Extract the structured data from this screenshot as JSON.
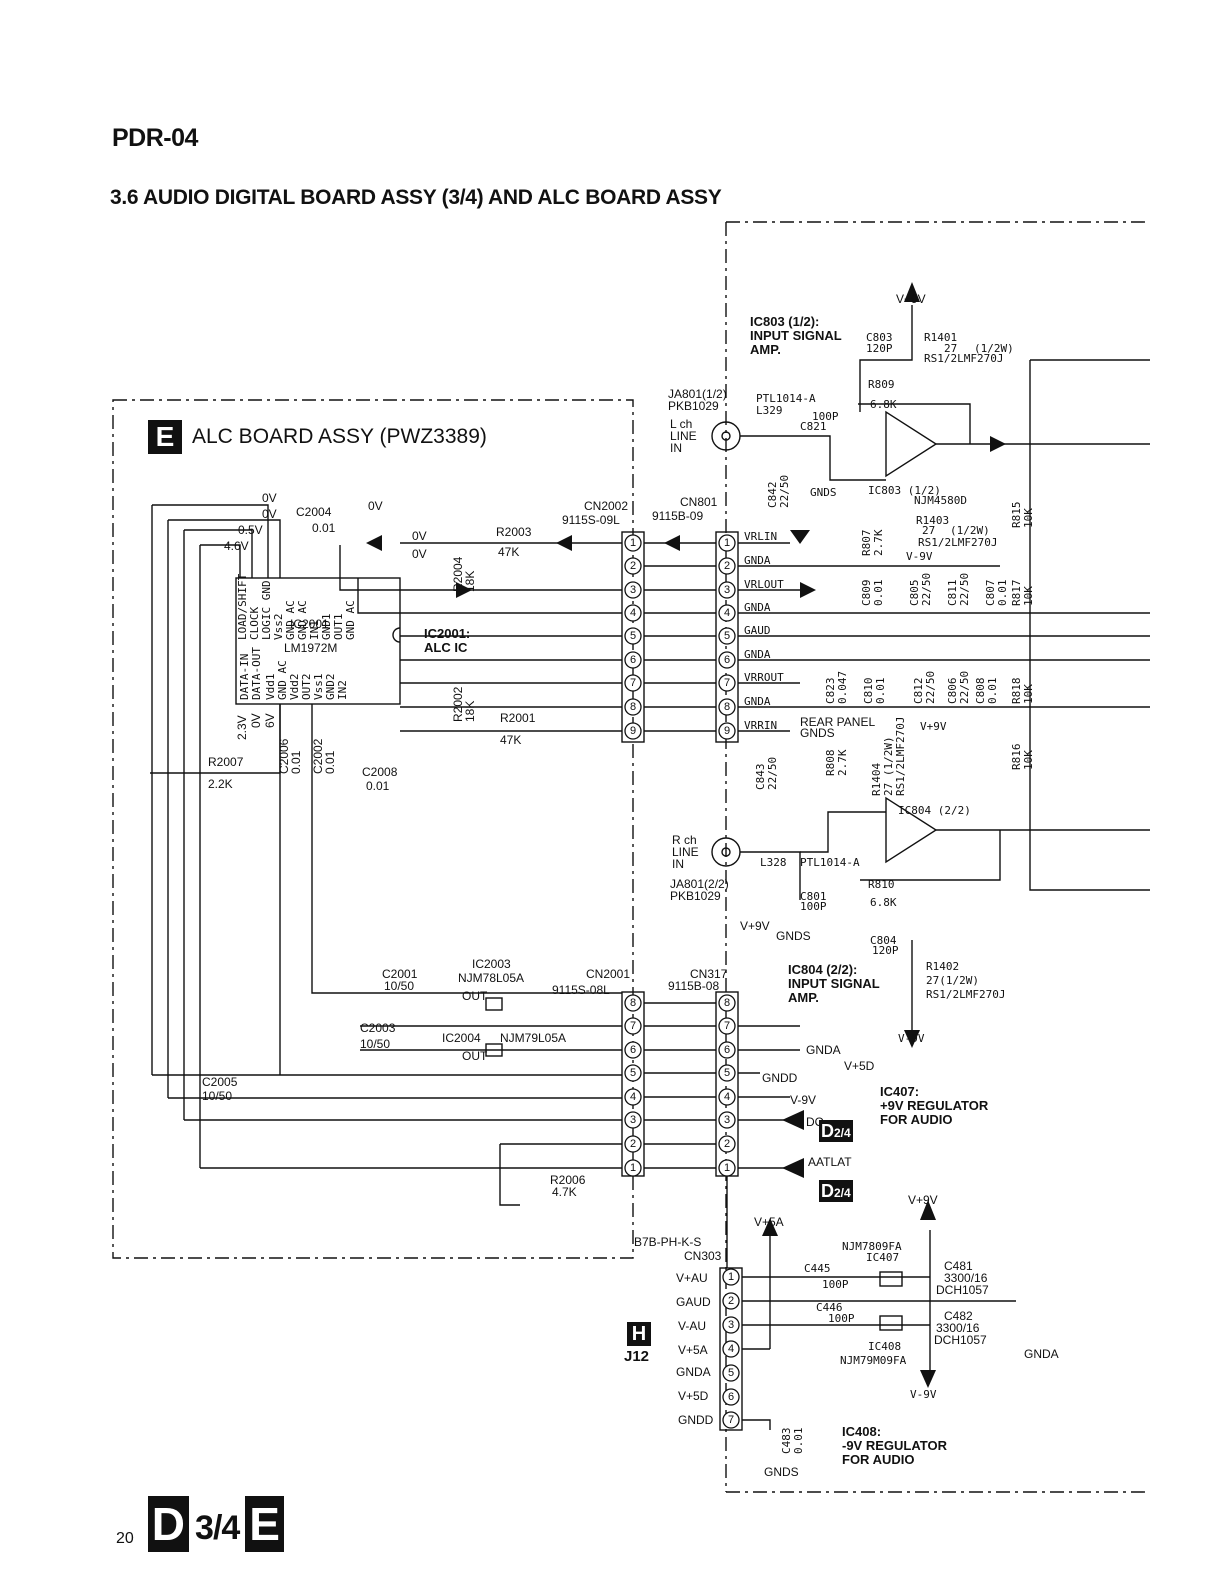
{
  "header": {
    "model": "PDR-04",
    "section_title": "3.6 AUDIO DIGITAL BOARD ASSY (3/4) AND ALC BOARD ASSY"
  },
  "alc_board": {
    "badge": "E",
    "title": "ALC BOARD ASSY (PWZ3389)"
  },
  "ic2001": {
    "ref": "IC2001",
    "part": "LM1972M",
    "desc_line1": "IC2001:",
    "desc_line2": "ALC IC",
    "pins_top": [
      "LOAD/SHIFT",
      "CLOCK",
      "LOGIC GND",
      "Vss2",
      "GND AC",
      "GND AC",
      "IN1",
      "GND1",
      "OUT1",
      "GND AC"
    ],
    "pins_bottom": [
      "DATA-IN",
      "DATA-OUT",
      "Vdd1",
      "GND AC",
      "Vdd2",
      "OUT2",
      "Vss1",
      "GND2",
      "IN2"
    ]
  },
  "labels": {
    "v09": "V+9V",
    "vm9": "V-9V",
    "v5d": "V+5D",
    "v5a": "V+5A",
    "ic803_title": "IC803 (1/2):",
    "ic803_sub1": "INPUT SIGNAL",
    "ic803_sub2": "AMP.",
    "ic804_title": "IC804 (2/2):",
    "ic804_sub1": "INPUT SIGNAL",
    "ic804_sub2": "AMP.",
    "ic407_title": "IC407:",
    "ic407_sub1": "+9V REGULATOR",
    "ic407_sub2": "FOR AUDIO",
    "ic408_title": "IC408:",
    "ic408_sub1": "-9V REGULATOR",
    "ic408_sub2": "FOR AUDIO",
    "lch": "L ch",
    "rch": "R ch",
    "line": "LINE",
    "in": "IN",
    "ja801_1": "JA801(1/2)",
    "ja801_2": "JA801(2/2)",
    "pkb": "PKB1029",
    "ptl_l": "PTL1014-A",
    "l329": "L329",
    "l328": "L328",
    "ptl_r": "PTL1014-A",
    "cn2002": "CN2002",
    "cn2002_part": "9115S-09L",
    "cn801": "CN801",
    "cn801_part": "9115B-09",
    "cn2001": "CN2001",
    "cn2001_part": "9115S-08L",
    "cn317": "CN317",
    "cn317_part": "9115B-08",
    "cn303_part": "B7B-PH-K-S",
    "cn303": "CN303",
    "ic2003": "IC2003",
    "ic2003_part": "NJM78L05A",
    "ic2004": "IC2004",
    "ic2004_part": "NJM79L05A",
    "ic407": "IC407",
    "ic407_part": "NJM7809FA",
    "ic408": "IC408",
    "ic408_part": "NJM79M09FA",
    "ic803_ref": "IC803 (1/2)",
    "ic803_part": "NJM4580D",
    "ic804_ref": "IC804 (2/2)",
    "rear_panel": "REAR PANEL",
    "gnds": "GNDS",
    "gnda": "GNDA",
    "gndd": "GNDD",
    "do": "DO",
    "aatlat": "AATLAT",
    "out": "OUT",
    "j12": "J12",
    "h_badge": "H",
    "d_badge": "D",
    "d_frac": "2/4"
  },
  "cn801_signals": [
    "VRLIN",
    "GNDA",
    "VRLOUT",
    "GNDA",
    "GAUD",
    "GNDA",
    "VRROUT",
    "GNDA",
    "VRRIN"
  ],
  "cn303_signals": [
    "V+AU",
    "GAUD",
    "V-AU",
    "V+5A",
    "GNDA",
    "V+5D",
    "GNDD"
  ],
  "components": {
    "c803": "C803",
    "c803v": "120P",
    "r1401": "R1401",
    "r1401v": "27",
    "r1401w": "(1/2W)",
    "r1401p": "RS1/2LMF270J",
    "r809": "R809",
    "r809v": "6.8K",
    "c821": "C821",
    "c821v": "100P",
    "c842": "C842",
    "c842v": "22/50",
    "r815": "R815",
    "r815v": "10K",
    "r807": "R807",
    "r807v": "2.7K",
    "r1403": "R1403",
    "r1403v": "27",
    "r1403w": "(1/2W)",
    "r1403p": "RS1/2LMF270J",
    "c809": "C809",
    "c809v": "0.01",
    "c805": "C805",
    "c805v": "22/50",
    "c811": "C811",
    "c811v": "22/50",
    "c807": "C807",
    "c807v": "0.01",
    "r817": "R817",
    "r817v": "10K",
    "c823": "C823",
    "c823v": "0.047",
    "c810": "C810",
    "c810v": "0.01",
    "c812": "C812",
    "c812v": "22/50",
    "c806": "C806",
    "c806v": "22/50",
    "c808": "C808",
    "c808v": "0.01",
    "r818": "R818",
    "r818v": "10K",
    "r808": "R808",
    "r808v": "2.7K",
    "r1404": "R1404",
    "r1404v": "27 (1/2W)",
    "r1404p": "RS1/2LMF270J",
    "r816": "R816",
    "r816v": "10K",
    "c843": "C843",
    "c843v": "22/50",
    "r810": "R810",
    "r810v": "6.8K",
    "c801": "C801",
    "c801v": "100P",
    "c804": "C804",
    "c804v": "120P",
    "r1402": "R1402",
    "r1402v": "27(1/2W)",
    "r1402p": "RS1/2LMF270J",
    "c2004": "C2004",
    "c2004v": "0.01",
    "r2003": "R2003",
    "r2003v": "47K",
    "r2004": "R2004",
    "r2004v": "18K",
    "r2002": "R2002",
    "r2002v": "18K",
    "r2001": "R2001",
    "r2001v": "47K",
    "r2007": "R2007",
    "r2007v": "2.2K",
    "c2006": "C2006",
    "c2006v": "0.01",
    "c2002": "C2002",
    "c2002v": "0.01",
    "c2008": "C2008",
    "c2008v": "0.01",
    "c2001": "C2001",
    "c2001v": "10/50",
    "c2003": "C2003",
    "c2003v": "10/50",
    "c2005": "C2005",
    "c2005v": "10/50",
    "r2006": "R2006",
    "r2006v": "4.7K",
    "c445": "C445",
    "c445v": "100P",
    "c446": "C446",
    "c446v": "100P",
    "c481": "C481",
    "c481v": "3300/16",
    "c481p": "DCH1057",
    "c482": "C482",
    "c482v": "3300/16",
    "c482p": "DCH1057",
    "c483": "C483",
    "c483v": "0.01"
  },
  "voltages": {
    "v0a": "0V",
    "v0b": "0V",
    "v05": "0.5V",
    "v46": "4.6V",
    "v0c": "0V",
    "v0d": "0V",
    "v0e": "0V",
    "v23": "2.3V",
    "v0f": "0V",
    "v6": "6V"
  },
  "footer": {
    "page": "20",
    "badge_d": "D",
    "fraction": "3/4",
    "badge_e": "E"
  }
}
